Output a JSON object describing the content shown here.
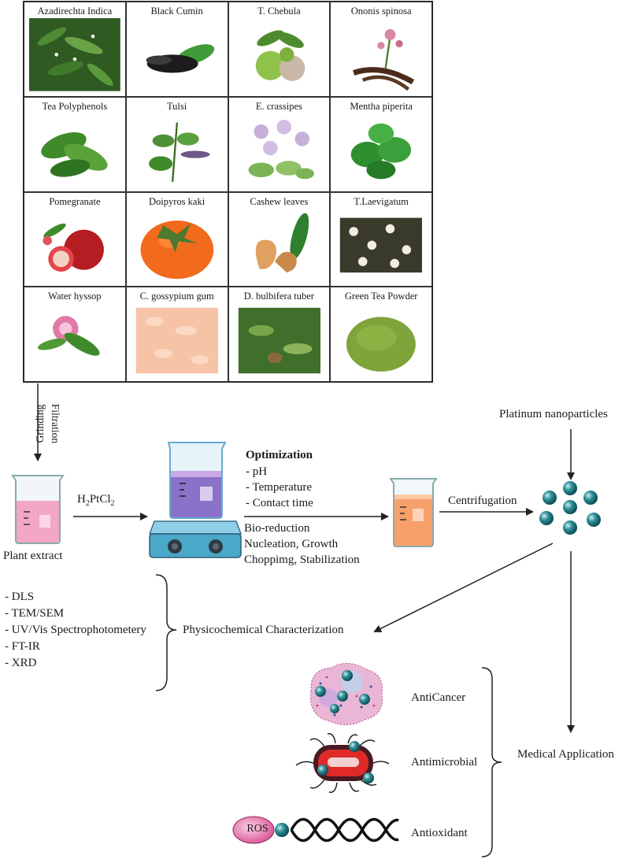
{
  "plants": [
    {
      "label": "Azadirechta Indica"
    },
    {
      "label": "Black Cumin"
    },
    {
      "label": "T. Chebula"
    },
    {
      "label": "Ononis spinosa"
    },
    {
      "label": "Tea Polyphenols"
    },
    {
      "label": "Tulsi"
    },
    {
      "label": "E. crassipes"
    },
    {
      "label": "Mentha piperita"
    },
    {
      "label": "Pomegranate"
    },
    {
      "label": "Doipyros kaki"
    },
    {
      "label": "Cashew leaves"
    },
    {
      "label": "T.Laevigatum"
    },
    {
      "label": "Water hyssop"
    },
    {
      "label": "C. gossypium gum"
    },
    {
      "label": "D. bulbifera tuber"
    },
    {
      "label": "Green Tea Powder"
    }
  ],
  "process": {
    "grinding": "Grinding",
    "filtration": "Filtration",
    "plant_extract": "Plant extract",
    "precursor_main": "H",
    "precursor_sub1": "2",
    "precursor_mid": "PtCl",
    "precursor_sub2": "2",
    "optimization_title": "Optimization",
    "optimization_items": [
      "- pH",
      "- Temperature",
      "- Contact time"
    ],
    "mechanism": [
      "Bio-reduction",
      "Nucleation, Growth",
      "Choppimg, Stabilization"
    ],
    "centrifugation": "Centrifugation",
    "nanoparticles": "Platinum nanoparticles"
  },
  "characterization": {
    "techniques": [
      "- DLS",
      "- TEM/SEM",
      "- UV/Vis Spectrophotometery",
      "- FT-IR",
      "- XRD"
    ],
    "label": "Physicochemical Characterization"
  },
  "applications": {
    "items": [
      "AntiCancer",
      "Antimicrobial",
      "Antioxidant"
    ],
    "ros": "ROS",
    "label": "Medical Application"
  }
}
